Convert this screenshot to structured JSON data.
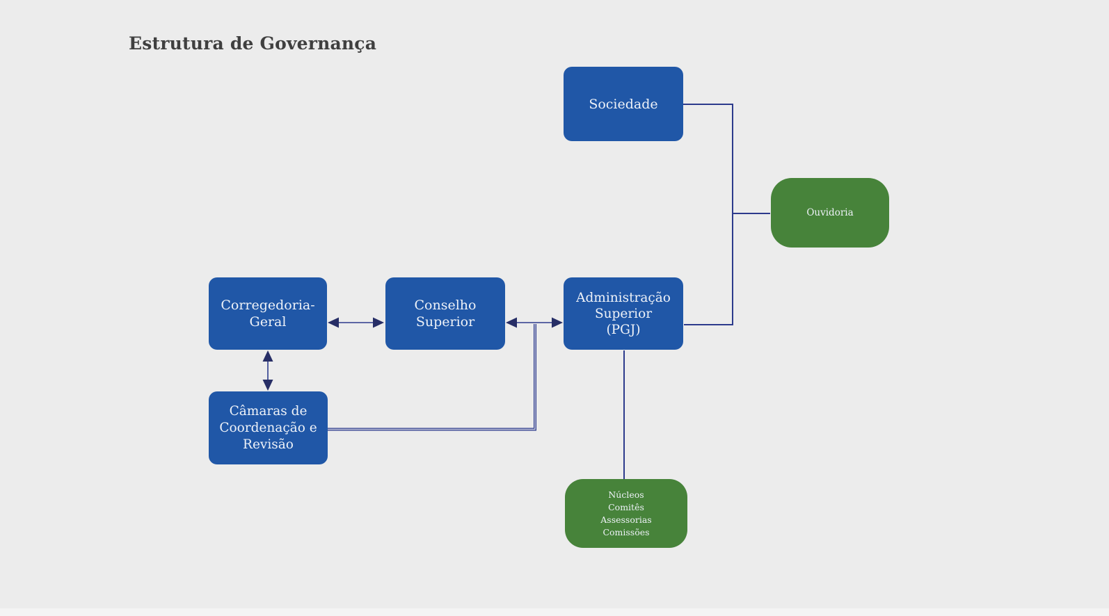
{
  "title": "Estrutura de Governança",
  "colors": {
    "background": "#ececec",
    "node_blue": "#2057a7",
    "node_green": "#47833a",
    "node_text": "#eef2f8",
    "title_text": "#3f3f3f",
    "connector": "#2c3a8c",
    "arrowhead": "#272e66"
  },
  "nodes": {
    "sociedade": {
      "label": "Sociedade"
    },
    "ouvidoria": {
      "label": "Ouvidoria"
    },
    "corregedoria": {
      "lines": [
        "Corregedoria-",
        "Geral"
      ]
    },
    "conselho": {
      "lines": [
        "Conselho",
        "Superior"
      ]
    },
    "administracao": {
      "lines": [
        "Administração",
        "Superior",
        "(PGJ)"
      ]
    },
    "camaras": {
      "lines": [
        "Câmaras de",
        "Coordenação e",
        "Revisão"
      ]
    },
    "nucleos": {
      "lines": [
        "Núcleos",
        "Comitês",
        "Assessorias",
        "Comissões"
      ]
    }
  }
}
